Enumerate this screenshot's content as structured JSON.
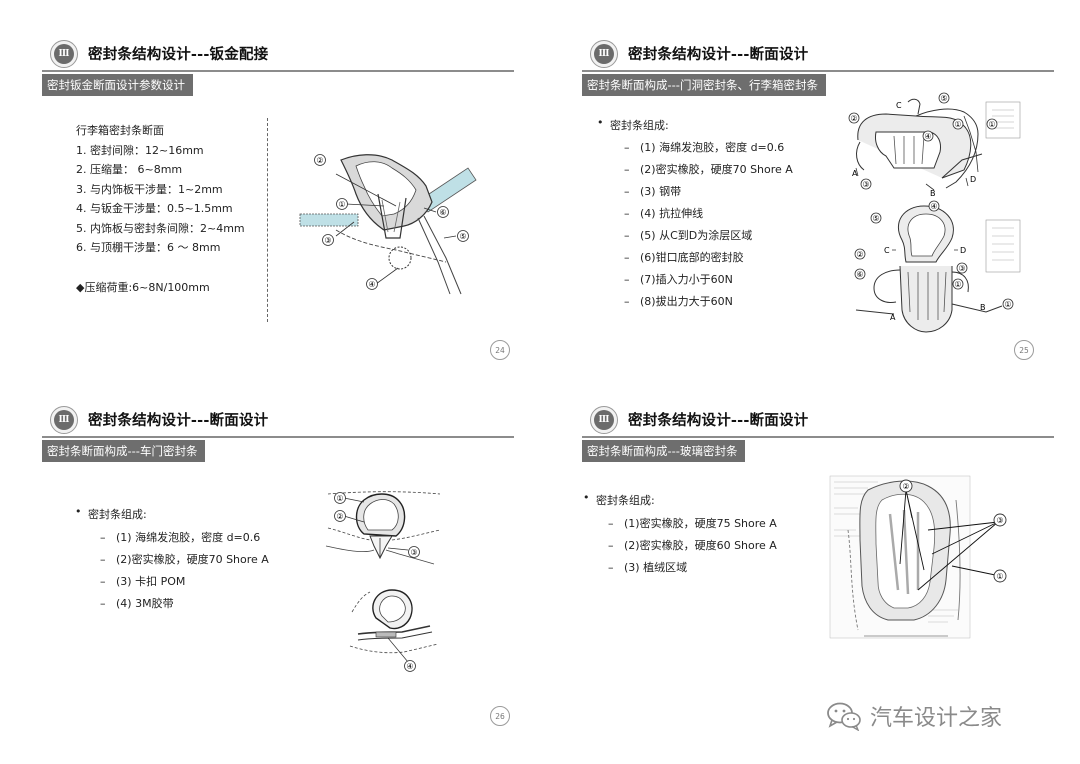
{
  "section_numeral": "Ⅲ",
  "slides": {
    "s24": {
      "title": "密封条结构设计---钣金配接",
      "subtitle": "密封钣金断面设计参数设计",
      "heading": "行李箱密封条断面",
      "items": [
        "1.  密封间隙：12~16mm",
        "2.  压缩量： 6~8mm",
        "3.  与内饰板干涉量：1~2mm",
        "4.  与钣金干涉量：0.5~1.5mm",
        "5.  内饰板与密封条间隙：2~4mm",
        "6.  与顶棚干涉量：6 ～ 8mm"
      ],
      "note": "◆压缩荷重:6~8N/100mm",
      "page": "24",
      "callouts": [
        "②",
        "①",
        "③",
        "④",
        "⑤",
        "⑥"
      ]
    },
    "s25": {
      "title": "密封条结构设计---断面设计",
      "subtitle": "密封条断面构成---门洞密封条、行李箱密封条",
      "bullet": "密封条组成:",
      "items": [
        "(1) 海绵发泡胶，密度 d=0.6",
        "(2)密实橡胶，硬度70 Shore A",
        "(3) 钢带",
        "(4) 抗拉伸线",
        "(5) 从C到D为涂层区域",
        "(6)钳口底部的密封胶",
        "(7)插入力小于60N",
        "(8)拔出力大于60N"
      ],
      "page": "25",
      "callouts": [
        "⑤",
        "②",
        "④",
        "①",
        "③",
        "①",
        "⑤",
        "④",
        "②",
        "⑥",
        "③",
        "①",
        "①"
      ],
      "letters": [
        "C",
        "A",
        "B",
        "D",
        "C",
        "D",
        "A",
        "B"
      ]
    },
    "s26": {
      "title": "密封条结构设计---断面设计",
      "subtitle": "密封条断面构成---车门密封条",
      "bullet": "密封条组成:",
      "items": [
        "(1) 海绵发泡胶，密度 d=0.6",
        "(2)密实橡胶，硬度70 Shore A",
        "(3) 卡扣 POM",
        "(4) 3M胶带"
      ],
      "page": "26",
      "callouts": [
        "①",
        "②",
        "③",
        "④"
      ]
    },
    "s27": {
      "title": "密封条结构设计---断面设计",
      "subtitle": "密封条断面构成---玻璃密封条",
      "bullet": "密封条组成:",
      "items": [
        "(1)密实橡胶，硬度75 Shore A",
        "(2)密实橡胶，硬度60 Shore A",
        "(3) 植绒区域"
      ],
      "callouts": [
        "②",
        "③",
        "①"
      ]
    }
  },
  "watermark": {
    "text": "汽车设计之家",
    "icon": "wechat-icon"
  }
}
